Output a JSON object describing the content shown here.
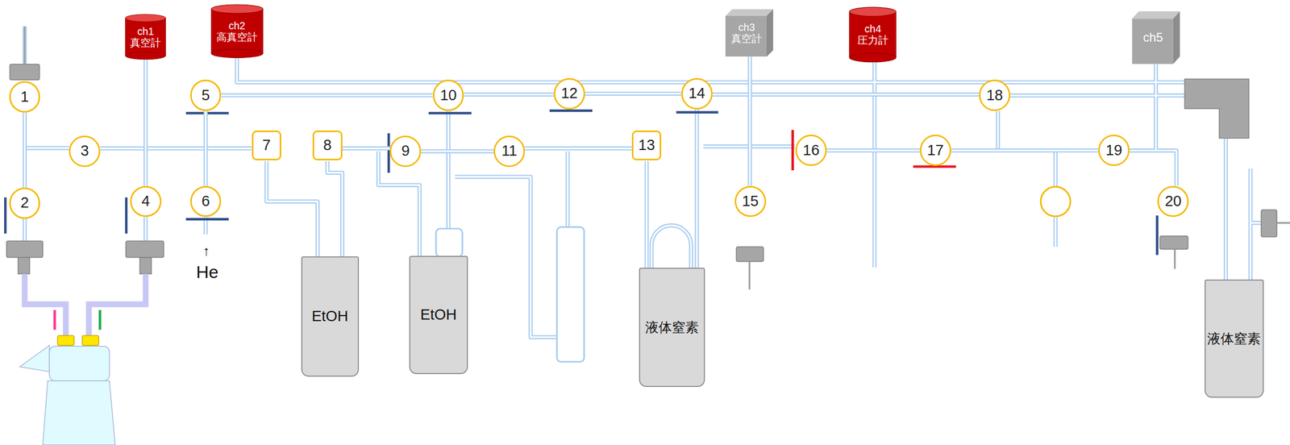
{
  "diagram": {
    "nodes": [
      {
        "text": [
          "1"
        ]
      },
      {
        "text": [
          "2"
        ]
      },
      {
        "text": [
          "3"
        ]
      },
      {
        "text": [
          "4"
        ]
      },
      {
        "text": [
          "ch1",
          "真空計"
        ]
      },
      {
        "text": [
          "ch2",
          "高真空計"
        ]
      },
      {
        "text": [
          "5"
        ]
      },
      {
        "text": [
          "6"
        ]
      },
      {
        "text": [
          "7"
        ]
      },
      {
        "text": [
          "8"
        ]
      },
      {
        "text": [
          "9"
        ]
      },
      {
        "text": [
          "10"
        ]
      },
      {
        "text": [
          "11"
        ]
      },
      {
        "text": [
          "12"
        ]
      },
      {
        "text": [
          "13"
        ]
      },
      {
        "text": [
          "14"
        ]
      },
      {
        "text": [
          "ch3",
          "真空計"
        ]
      },
      {
        "text": [
          "15"
        ]
      },
      {
        "text": [
          "16"
        ]
      },
      {
        "text": [
          "ch4",
          "圧力計"
        ]
      },
      {
        "text": [
          "17"
        ]
      },
      {
        "text": [
          "18"
        ]
      },
      {
        "text": [
          "19"
        ]
      },
      {
        "text": [
          "ch5"
        ]
      },
      {
        "text": [
          "20"
        ]
      },
      {
        "text": [
          "EtOH"
        ]
      },
      {
        "text": [
          "EtOH"
        ]
      },
      {
        "text": [
          "液体窒素"
        ]
      },
      {
        "text": [
          "液体窒素"
        ]
      }
    ],
    "edges": [
      {
        "from": 0,
        "to": 1,
        "arrow": "none"
      },
      {
        "from": 2,
        "to": 8,
        "arrow": "none"
      },
      {
        "from": 4,
        "to": 3,
        "arrow": "none"
      },
      {
        "from": 6,
        "to": 7,
        "arrow": "none"
      },
      {
        "from": 9,
        "to": 10,
        "arrow": "none"
      },
      {
        "from": 10,
        "to": 12,
        "arrow": "none"
      },
      {
        "from": 12,
        "to": 14,
        "arrow": "none"
      },
      {
        "from": 6,
        "to": 11,
        "arrow": "none"
      },
      {
        "from": 11,
        "to": 13,
        "arrow": "none"
      },
      {
        "from": 13,
        "to": 15,
        "arrow": "none"
      },
      {
        "from": 15,
        "to": 21,
        "arrow": "none"
      },
      {
        "from": 16,
        "to": 17,
        "arrow": "none"
      },
      {
        "from": 18,
        "to": 20,
        "arrow": "none"
      },
      {
        "from": 20,
        "to": 22,
        "arrow": "none"
      }
    ],
    "labels": [
      "↑",
      "He"
    ]
  }
}
